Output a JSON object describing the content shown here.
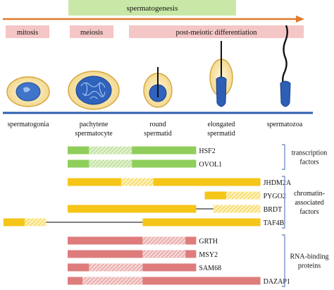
{
  "header": {
    "process_label": "spermatogenesis",
    "phases": [
      "mitosis",
      "meiosis",
      "post-meiotic differentiation"
    ]
  },
  "cells": [
    {
      "label_lines": [
        "spermatogonia"
      ]
    },
    {
      "label_lines": [
        "pachytene",
        "spermatocyte"
      ]
    },
    {
      "label_lines": [
        "round",
        "spermatid"
      ]
    },
    {
      "label_lines": [
        "elongated",
        "spermatid"
      ]
    },
    {
      "label_lines": [
        "spermatozoa"
      ]
    }
  ],
  "groups": [
    {
      "label_lines": [
        "transcription",
        "factors"
      ],
      "color": "#8fce5b",
      "hatch_color": "#c7e6a8",
      "proteins": [
        {
          "name": "HSF2",
          "segments": [
            [
              "solid",
              0,
              1
            ],
            [
              "hatch",
              1,
              3
            ],
            [
              "solid",
              3,
              6
            ]
          ]
        },
        {
          "name": "OVOL1",
          "segments": [
            [
              "solid",
              0,
              1
            ],
            [
              "hatch",
              1,
              3
            ],
            [
              "solid",
              3,
              6
            ]
          ]
        }
      ]
    },
    {
      "label_lines": [
        "chromatin-",
        "associated",
        "factors"
      ],
      "color": "#f5c518",
      "hatch_color": "#fae89a",
      "proteins": [
        {
          "name": "JHDM2A",
          "segments": [
            [
              "solid",
              0,
              2.5
            ],
            [
              "hatch",
              2.5,
              4
            ],
            [
              "solid",
              4,
              9
            ]
          ]
        },
        {
          "name": "PYGO2",
          "segments": [
            [
              "solid",
              6.4,
              7.4
            ],
            [
              "hatch",
              7.4,
              9
            ]
          ]
        },
        {
          "name": "BRDT",
          "segments": [
            [
              "solid",
              0,
              6
            ],
            [
              "line",
              6,
              6.8
            ],
            [
              "hatch",
              6.8,
              9
            ]
          ]
        },
        {
          "name": "TAF4B",
          "segments": [
            [
              "solid",
              -3,
              -2
            ],
            [
              "hatch",
              -2,
              -1
            ],
            [
              "line",
              -1,
              3.5
            ],
            [
              "solid",
              3.5,
              9
            ]
          ]
        }
      ]
    },
    {
      "label_lines": [
        "RNA-binding",
        "proteins"
      ],
      "color": "#de7c7c",
      "hatch_color": "#efbfbf",
      "proteins": [
        {
          "name": "GRTH",
          "segments": [
            [
              "solid",
              0,
              3.5
            ],
            [
              "hatch",
              3.5,
              5.5
            ],
            [
              "solid",
              5.5,
              6
            ]
          ]
        },
        {
          "name": "MSY2",
          "segments": [
            [
              "solid",
              0,
              3.5
            ],
            [
              "hatch",
              3.5,
              5.5
            ],
            [
              "solid",
              5.5,
              6
            ]
          ]
        },
        {
          "name": "SAM68",
          "segments": [
            [
              "solid",
              0,
              1
            ],
            [
              "hatch",
              1,
              3.5
            ],
            [
              "solid",
              3.5,
              6
            ]
          ]
        },
        {
          "name": "DAZAP1",
          "segments": [
            [
              "solid",
              0,
              0.7
            ],
            [
              "hatch",
              0.7,
              3.5
            ],
            [
              "solid",
              3.5,
              9
            ]
          ]
        }
      ]
    }
  ]
}
